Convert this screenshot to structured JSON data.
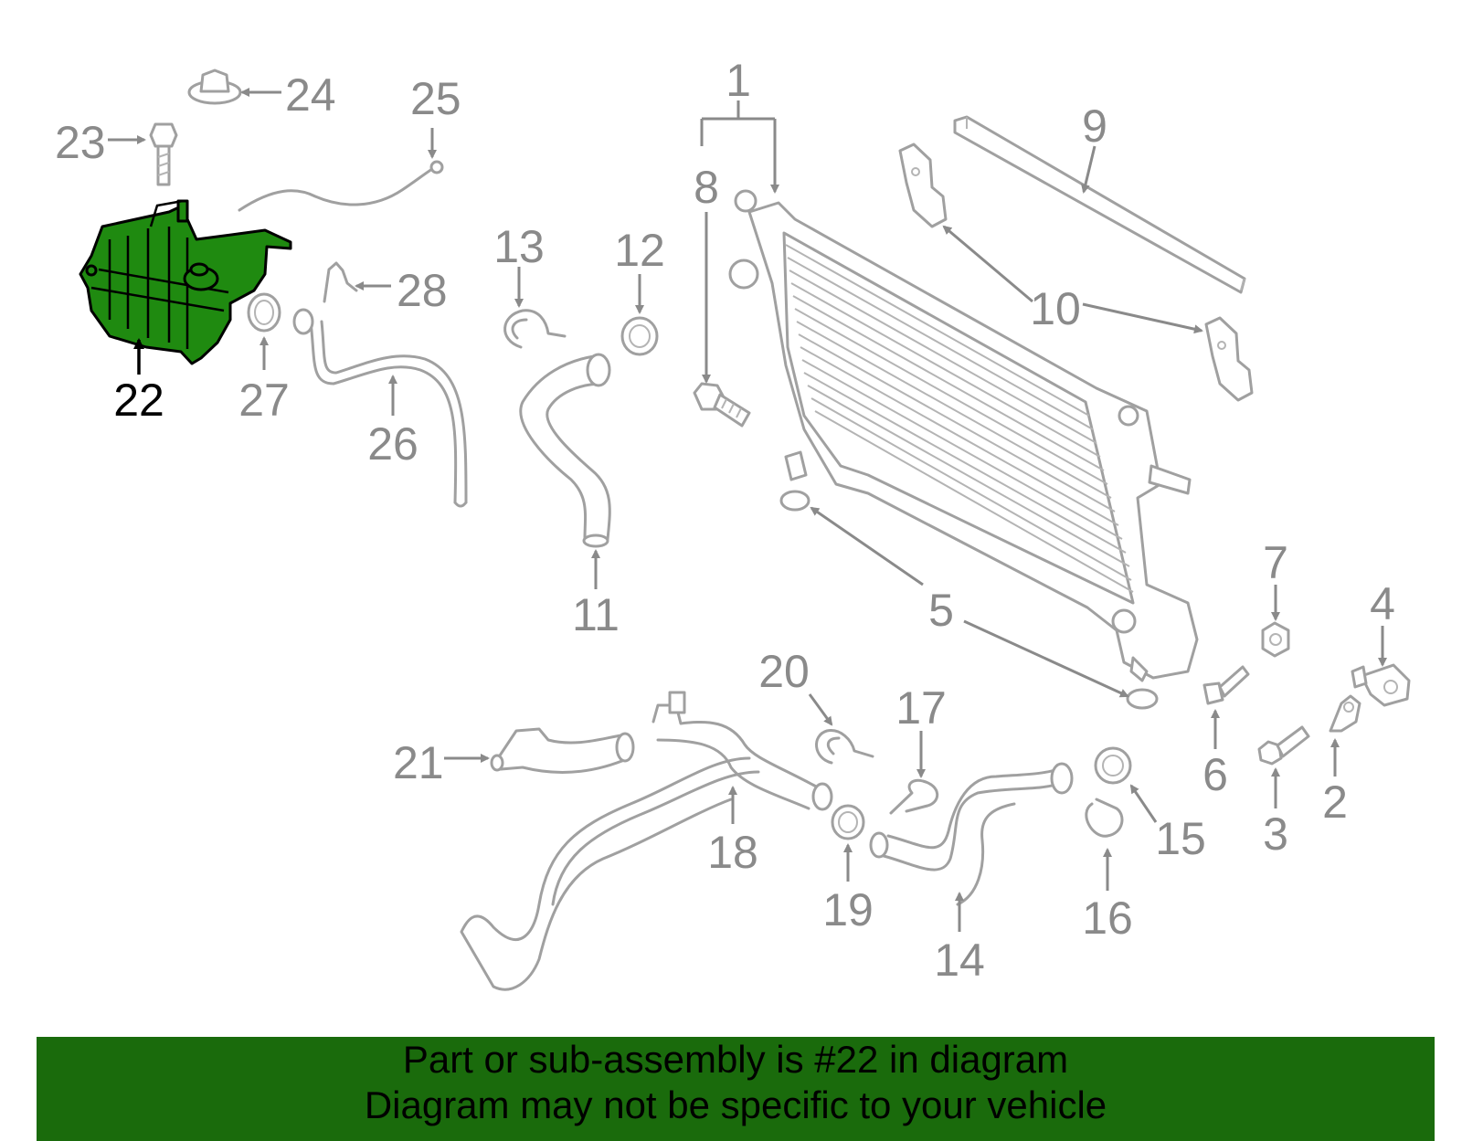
{
  "highlight_color": "#1f8a10",
  "banner_color": "#1a6b0c",
  "callouts": {
    "c1": "1",
    "c2": "2",
    "c3": "3",
    "c4": "4",
    "c5": "5",
    "c6": "6",
    "c7": "7",
    "c8": "8",
    "c9": "9",
    "c10": "10",
    "c11": "11",
    "c12": "12",
    "c13": "13",
    "c14": "14",
    "c15": "15",
    "c16": "16",
    "c17": "17",
    "c18": "18",
    "c19": "19",
    "c20": "20",
    "c21": "21",
    "c22": "22",
    "c23": "23",
    "c24": "24",
    "c25": "25",
    "c26": "26",
    "c27": "27",
    "c28": "28"
  },
  "banner": {
    "line1": "Part or sub-assembly is #22 in diagram",
    "line2": "Diagram may not be specific to your vehicle"
  }
}
